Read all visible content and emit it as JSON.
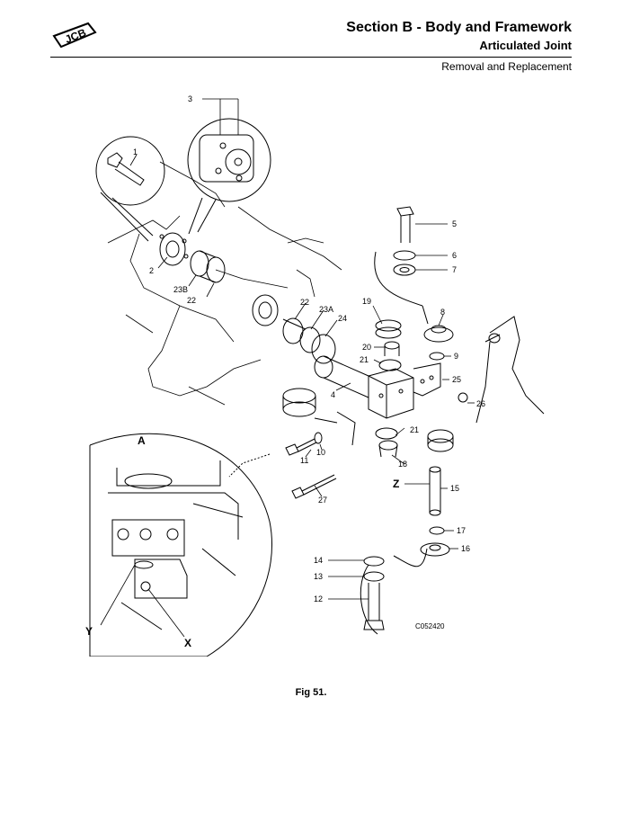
{
  "header": {
    "logo_text": "JCB",
    "section_title": "Section B - Body and Framework",
    "subsection_title": "Articulated Joint",
    "procedure_title": "Removal and Replacement"
  },
  "figure": {
    "callouts": [
      "1",
      "2",
      "3",
      "4",
      "5",
      "6",
      "7",
      "8",
      "9",
      "10",
      "11",
      "12",
      "13",
      "14",
      "15",
      "16",
      "17",
      "18",
      "19",
      "20",
      "21",
      "21",
      "22",
      "22",
      "23A",
      "23B",
      "24",
      "25",
      "26",
      "27"
    ],
    "view_labels": [
      "A",
      "Z",
      "Y",
      "X"
    ],
    "drawing_code": "C052420"
  },
  "caption": "Fig 51."
}
